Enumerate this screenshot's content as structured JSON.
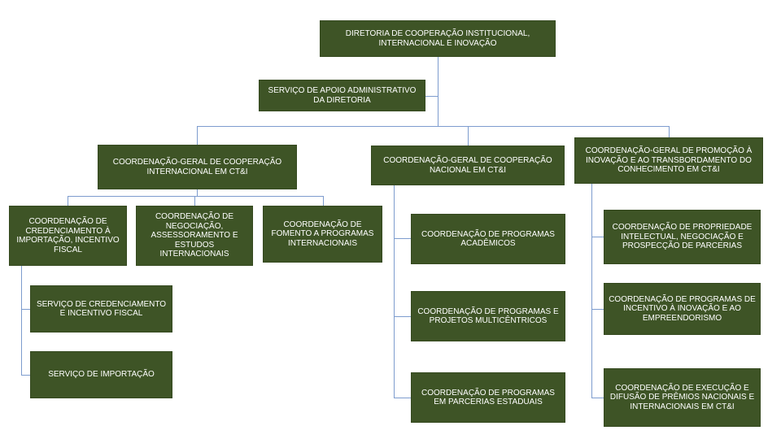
{
  "diagram": {
    "type": "org-chart",
    "colors": {
      "box_fill": "#3E5426",
      "box_border": "#35491F",
      "box_text": "#FFFFFF",
      "connector": "#7D9CCE",
      "background": "#FFFFFF"
    },
    "nodes": {
      "diretoria": {
        "label": "DIRETORIA DE COOPERAÇÃO INSTITUCIONAL, INTERNACIONAL E INOVAÇÃO"
      },
      "servico_apoio": {
        "label": "SERVIÇO DE APOIO ADMINISTRATIVO DA DIRETORIA"
      },
      "cg_internacional": {
        "label": "COORDENAÇÃO-GERAL DE COOPERAÇÃO INTERNACIONAL EM CT&I"
      },
      "cg_nacional": {
        "label": "COORDENAÇÃO-GERAL DE COOPERAÇÃO NACIONAL EM CT&I"
      },
      "cg_promocao": {
        "label": "COORDENAÇÃO-GERAL DE PROMOÇÃO À INOVAÇÃO E AO TRANSBORDAMENTO DO CONHECIMENTO EM CT&I"
      },
      "coord_credenciamento": {
        "label": "COORDENAÇÃO DE CREDENCIAMENTO À IMPORTAÇÃO, INCENTIVO FISCAL"
      },
      "coord_negociacao": {
        "label": "COORDENAÇÃO DE NEGOCIAÇÃO, ASSESSORAMENTO E ESTUDOS INTERNACIONAIS"
      },
      "coord_fomento": {
        "label": "COORDENAÇÃO DE FOMENTO A PROGRAMAS INTERNACIONAIS"
      },
      "servico_credenciamento": {
        "label": "SERVIÇO DE CREDENCIAMENTO E INCENTIVO FISCAL"
      },
      "servico_importacao": {
        "label": "SERVIÇO DE IMPORTAÇÃO"
      },
      "prog_academicos": {
        "label": "COORDENAÇÃO DE PROGRAMAS ACADÊMICOS"
      },
      "prog_multicentricos": {
        "label": "COORDENAÇÃO DE PROGRAMAS E PROJETOS MULTICÊNTRICOS"
      },
      "prog_parcerias": {
        "label": "COORDENAÇÃO DE PROGRAMAS EM PARCERIAS ESTADUAIS"
      },
      "prop_intelectual": {
        "label": "COORDENAÇÃO DE PROPRIEDADE INTELECTUAL, NEGOCIAÇÃO E PROSPECÇÃO DE PARCERIAS"
      },
      "incentivo_inovacao": {
        "label": "COORDENAÇÃO DE PROGRAMAS DE INCENTIVO À INOVAÇÃO E AO EMPREENDORISMO"
      },
      "execucao_premios": {
        "label": "COORDENAÇÃO DE EXECUÇÃO E DIFUSÃO DE PRÊMIOS NACIONAIS E INTERNACIONAIS EM CT&I"
      }
    },
    "edges": [
      [
        "diretoria",
        "servico_apoio"
      ],
      [
        "diretoria",
        "cg_internacional"
      ],
      [
        "diretoria",
        "cg_nacional"
      ],
      [
        "diretoria",
        "cg_promocao"
      ],
      [
        "cg_internacional",
        "coord_credenciamento"
      ],
      [
        "cg_internacional",
        "coord_negociacao"
      ],
      [
        "cg_internacional",
        "coord_fomento"
      ],
      [
        "coord_credenciamento",
        "servico_credenciamento"
      ],
      [
        "coord_credenciamento",
        "servico_importacao"
      ],
      [
        "cg_nacional",
        "prog_academicos"
      ],
      [
        "cg_nacional",
        "prog_multicentricos"
      ],
      [
        "cg_nacional",
        "prog_parcerias"
      ],
      [
        "cg_promocao",
        "prop_intelectual"
      ],
      [
        "cg_promocao",
        "incentivo_inovacao"
      ],
      [
        "cg_promocao",
        "execucao_premios"
      ]
    ]
  }
}
